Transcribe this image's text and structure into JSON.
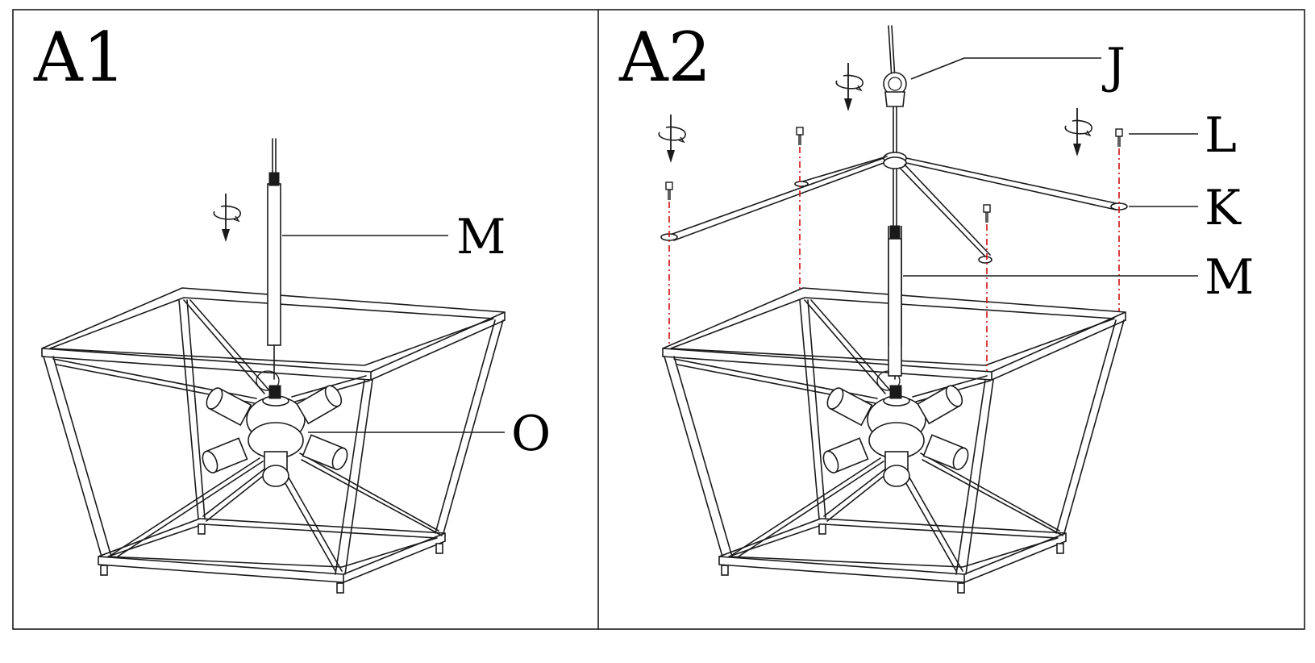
{
  "panels": [
    {
      "id": "A1",
      "label": "A1"
    },
    {
      "id": "A2",
      "label": "A2"
    }
  ],
  "callouts": {
    "a1": {
      "M": "M",
      "O": "O"
    },
    "a2": {
      "J": "J",
      "L": "L",
      "K": "K",
      "M": "M"
    }
  },
  "colors": {
    "line": "#1a1a1a",
    "alignment_dash": "#d01010",
    "background": "#ffffff"
  },
  "icons": [
    "rotate-screw-icon"
  ]
}
